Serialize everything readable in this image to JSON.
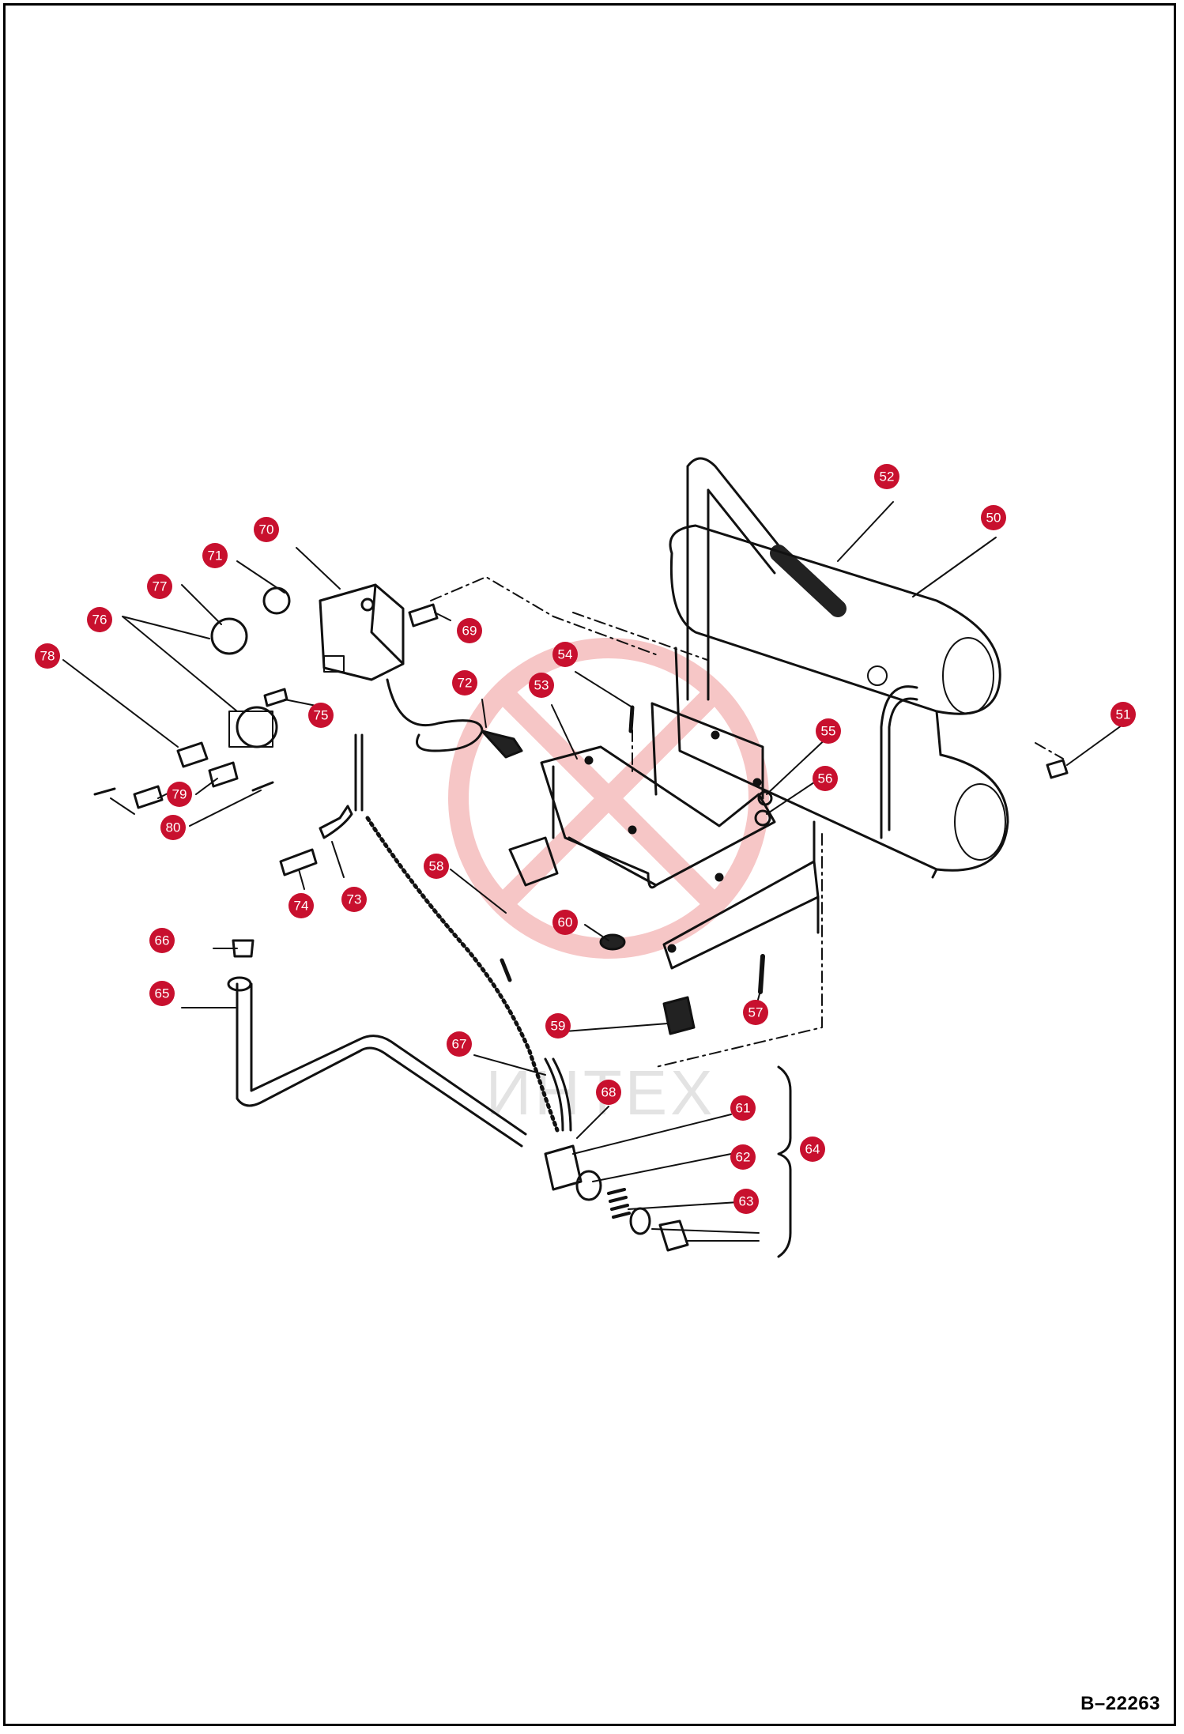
{
  "document_id": "B–22263",
  "watermark": "ИНТЕХ",
  "colors": {
    "callout": "#c8102e",
    "line": "#111111",
    "watermark": "#f2a0a0"
  },
  "callouts": [
    "50",
    "51",
    "52",
    "53",
    "54",
    "55",
    "56",
    "57",
    "58",
    "59",
    "60",
    "61",
    "62",
    "63",
    "64",
    "65",
    "66",
    "67",
    "68",
    "69",
    "70",
    "71",
    "72",
    "73",
    "74",
    "75",
    "76",
    "77",
    "78",
    "79",
    "80"
  ]
}
